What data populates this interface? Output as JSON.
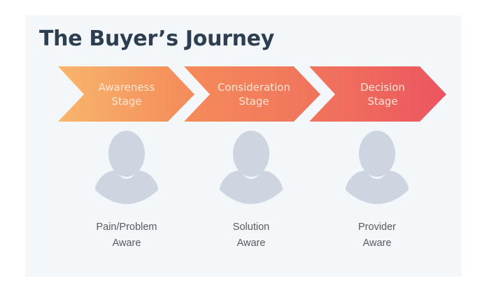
{
  "title": "The Buyer’s Journey",
  "colors": {
    "panel_background": "#f4f7fa",
    "title": "#2d3e50",
    "gradient_start": "#f8b56b",
    "gradient_end": "#ee5a5f",
    "person_icon": "#cdd6e0",
    "label_text": "#555b61"
  },
  "stages": [
    {
      "line1": "Awareness",
      "line2": "Stage",
      "persona_line1": "Pain/Problem",
      "persona_line2": "Aware",
      "icon": "person-icon"
    },
    {
      "line1": "Consideration",
      "line2": "Stage",
      "persona_line1": "Solution",
      "persona_line2": "Aware",
      "icon": "person-icon"
    },
    {
      "line1": "Decision",
      "line2": "Stage",
      "persona_line1": "Provider",
      "persona_line2": "Aware",
      "icon": "person-icon"
    }
  ]
}
